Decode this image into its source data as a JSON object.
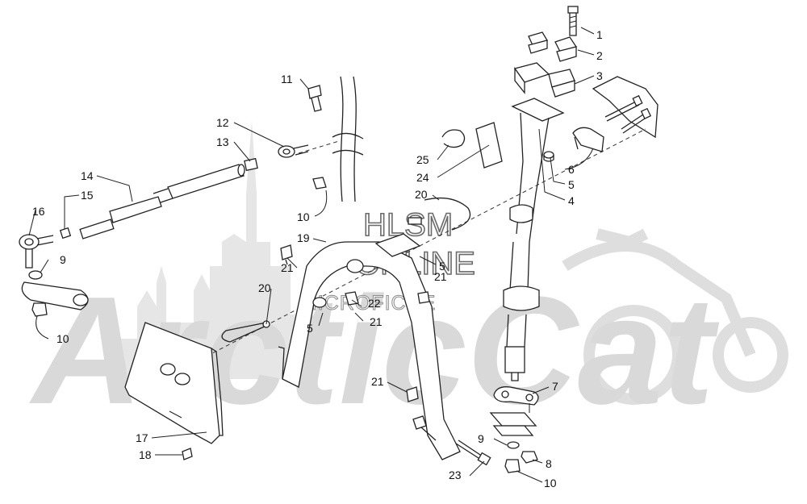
{
  "watermark": {
    "brand_text": "ArcticCat",
    "logo_line1": "HLSM",
    "logo_line2": "ONLINE",
    "logo_line3": "MICROFICHE"
  },
  "callouts": [
    {
      "id": "c1",
      "label": "1"
    },
    {
      "id": "c2",
      "label": "2"
    },
    {
      "id": "c3",
      "label": "3"
    },
    {
      "id": "c4",
      "label": "4"
    },
    {
      "id": "c5a",
      "label": "5"
    },
    {
      "id": "c5b",
      "label": "5"
    },
    {
      "id": "c5c",
      "label": "5"
    },
    {
      "id": "c6",
      "label": "6"
    },
    {
      "id": "c7",
      "label": "7"
    },
    {
      "id": "c8",
      "label": "8"
    },
    {
      "id": "c9a",
      "label": "9"
    },
    {
      "id": "c9b",
      "label": "9"
    },
    {
      "id": "c10a",
      "label": "10"
    },
    {
      "id": "c10b",
      "label": "10"
    },
    {
      "id": "c10c",
      "label": "10"
    },
    {
      "id": "c11",
      "label": "11"
    },
    {
      "id": "c12",
      "label": "12"
    },
    {
      "id": "c13",
      "label": "13"
    },
    {
      "id": "c14",
      "label": "14"
    },
    {
      "id": "c15",
      "label": "15"
    },
    {
      "id": "c16",
      "label": "16"
    },
    {
      "id": "c17",
      "label": "17"
    },
    {
      "id": "c18",
      "label": "18"
    },
    {
      "id": "c19",
      "label": "19"
    },
    {
      "id": "c20a",
      "label": "20"
    },
    {
      "id": "c20b",
      "label": "20"
    },
    {
      "id": "c21a",
      "label": "21"
    },
    {
      "id": "c21b",
      "label": "21"
    },
    {
      "id": "c21c",
      "label": "21"
    },
    {
      "id": "c21d",
      "label": "21"
    },
    {
      "id": "c22",
      "label": "22"
    },
    {
      "id": "c23",
      "label": "23"
    },
    {
      "id": "c24",
      "label": "24"
    },
    {
      "id": "c25",
      "label": "25"
    }
  ]
}
